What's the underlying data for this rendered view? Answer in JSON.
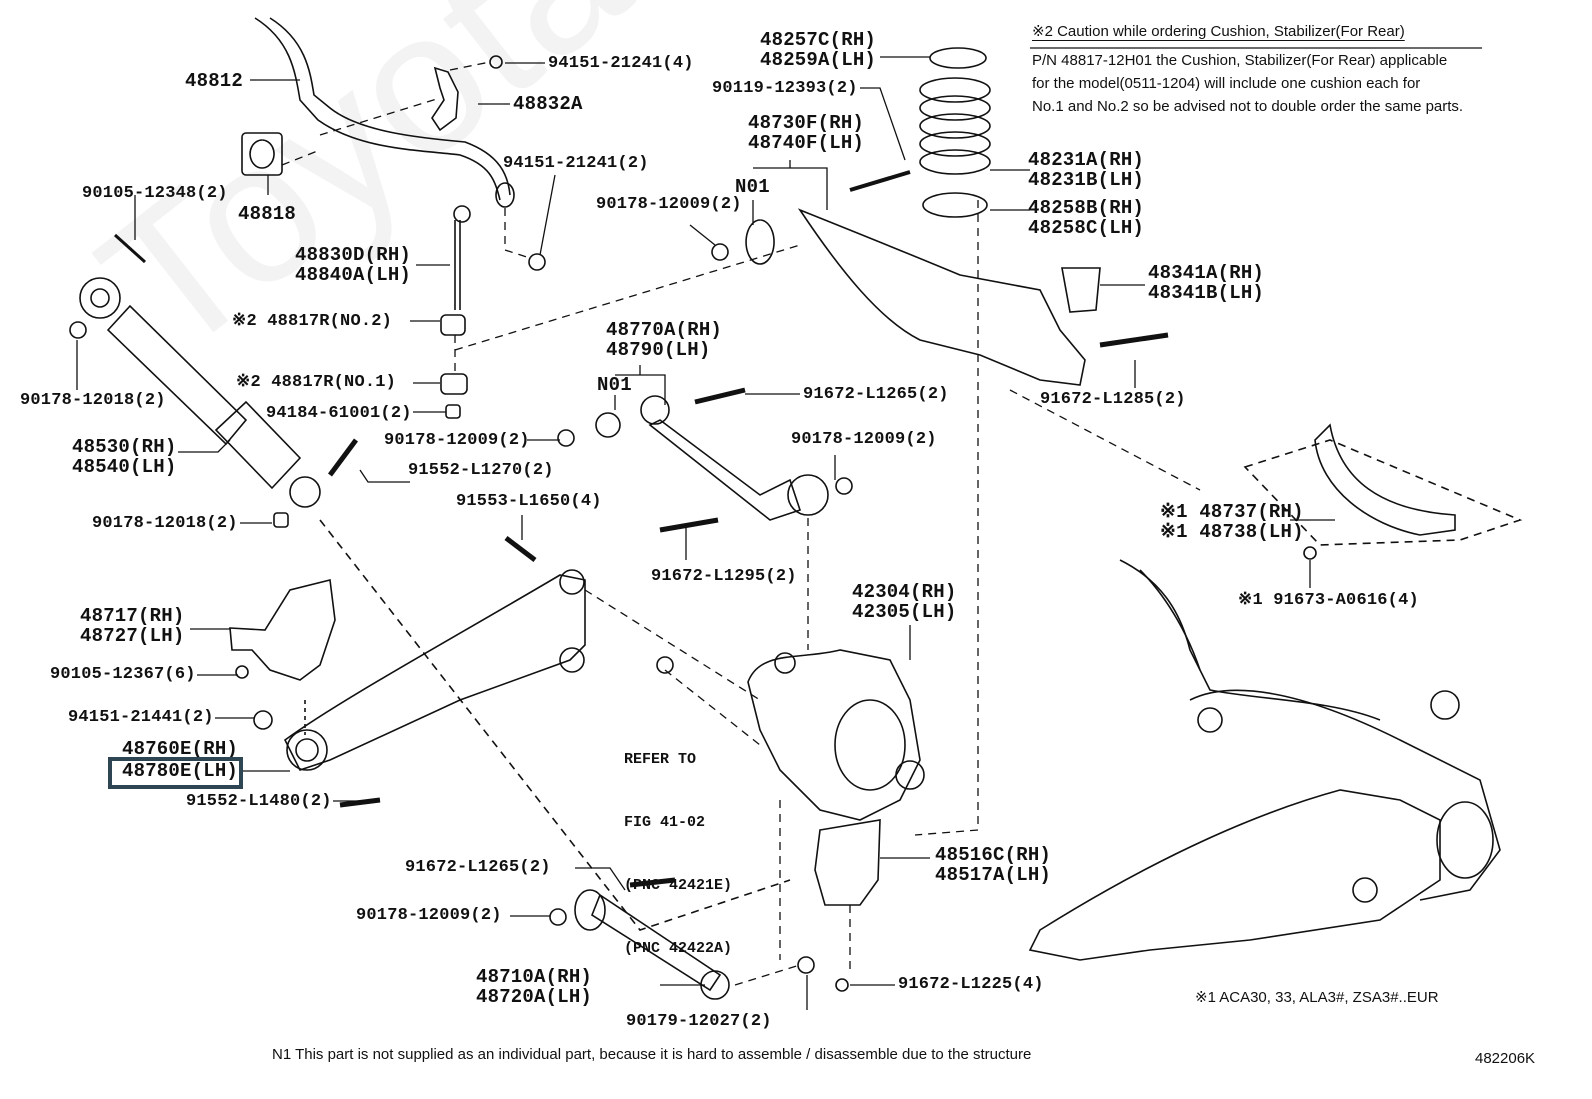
{
  "caution": {
    "title": "※2 Caution while ordering Cushion, Stabilizer(For Rear)",
    "lines": [
      "P/N 48817-12H01 the Cushion, Stabilizer(For Rear) applicable",
      "for the model(0511-1204) will include one cushion each for",
      "No.1 and No.2 so be advised not to double order the same parts."
    ]
  },
  "parts": {
    "p48812": "48812",
    "p48818": "48818",
    "p48832A": "48832A",
    "p94151_21241_4": "94151-21241(4)",
    "p94151_21241_2": "94151-21241(2)",
    "p90105_12348": "90105-12348(2)",
    "p48830D": "48830D(RH)",
    "p48840A": "48840A(LH)",
    "p48817R_no2": "※2 48817R(NO.2)",
    "p48817R_no1": "※2 48817R(NO.1)",
    "p94184_61001": "94184-61001(2)",
    "p90178_12018_top": "90178-12018(2)",
    "p48530": "48530(RH)",
    "p48540": "48540(LH)",
    "p90178_12009_mid": "90178-12009(2)",
    "p91552_L1270": "91552-L1270(2)",
    "p90178_12018_bot": "90178-12018(2)",
    "p91553_L1650": "91553-L1650(4)",
    "p48717": "48717(RH)",
    "p48727": "48727(LH)",
    "p90105_12367": "90105-12367(6)",
    "p94151_21441": "94151-21441(2)",
    "p48760E": "48760E(RH)",
    "p48780E": "48780E(LH)",
    "p91552_L1480": "91552-L1480(2)",
    "p48257C": "48257C(RH)",
    "p48259A": "48259A(LH)",
    "p90119_12393": "90119-12393(2)",
    "p48730F": "48730F(RH)",
    "p48740F": "48740F(LH)",
    "n01_top": "N01",
    "p90178_12009_top": "90178-12009(2)",
    "p48231A": "48231A(RH)",
    "p48231B": "48231B(LH)",
    "p48258B": "48258B(RH)",
    "p48258C": "48258C(LH)",
    "p48341A": "48341A(RH)",
    "p48341B": "48341B(LH)",
    "p91672_L1285": "91672-L1285(2)",
    "p48770A": "48770A(RH)",
    "p48790": "48790(LH)",
    "n01_mid": "N01",
    "p91672_L1265_mid": "91672-L1265(2)",
    "p90178_12009_right": "90178-12009(2)",
    "p91672_L1295": "91672-L1295(2)",
    "p42304": "42304(RH)",
    "p42305": "42305(LH)",
    "p48737": "※1 48737(RH)",
    "p48738": "※1 48738(LH)",
    "p91673_A0616": "※1 91673-A0616(4)",
    "p48516C": "48516C(RH)",
    "p48517A": "48517A(LH)",
    "p91672_L1265_bot": "91672-L1265(2)",
    "p90178_12009_bot": "90178-12009(2)",
    "p48710A": "48710A(RH)",
    "p48720A": "48720A(LH)",
    "p90179_12027": "90179-12027(2)",
    "p91672_L1225": "91672-L1225(4)"
  },
  "refer": {
    "line1": "REFER TO",
    "line2": "FIG 41-02",
    "line3": "(PNC 42421E)",
    "line4": "(PNC 42422A)"
  },
  "footnotes": {
    "model_note": "※1 ACA30, 33, ALA3#, ZSA3#..EUR",
    "n1_note": "N1  This part is not supplied as an individual part, because it is hard to assemble / disassemble due to the structure",
    "figure_id": "482206K"
  },
  "watermark": "ToyotaCarMe.ru",
  "highlighted_part": "48780E(LH)"
}
